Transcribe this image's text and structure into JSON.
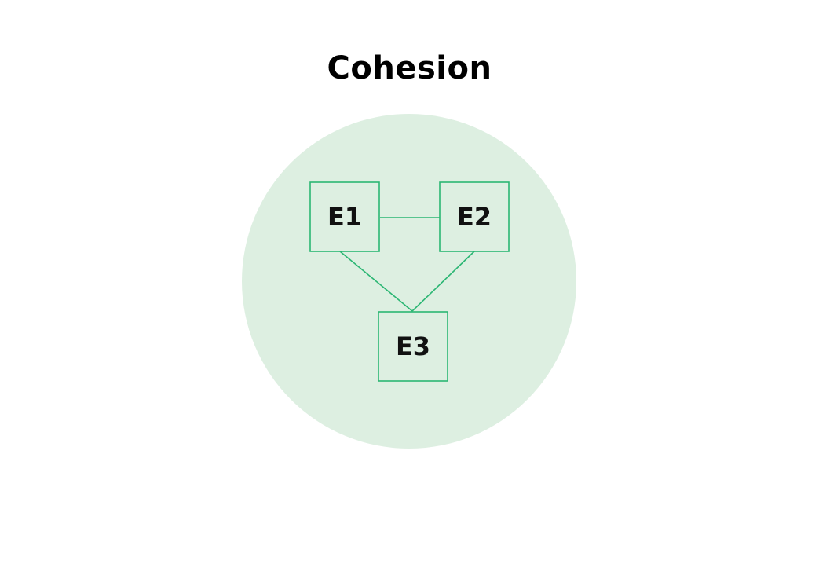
{
  "title": "Cohesion",
  "colors": {
    "circle_fill": "#ddefe1",
    "accent": "#2bb673",
    "text": "#111111"
  },
  "nodes": [
    {
      "id": "E1",
      "label": "E1"
    },
    {
      "id": "E2",
      "label": "E2"
    },
    {
      "id": "E3",
      "label": "E3"
    }
  ],
  "edges": [
    {
      "from": "E1",
      "to": "E2"
    },
    {
      "from": "E1",
      "to": "E3"
    },
    {
      "from": "E2",
      "to": "E3"
    }
  ]
}
